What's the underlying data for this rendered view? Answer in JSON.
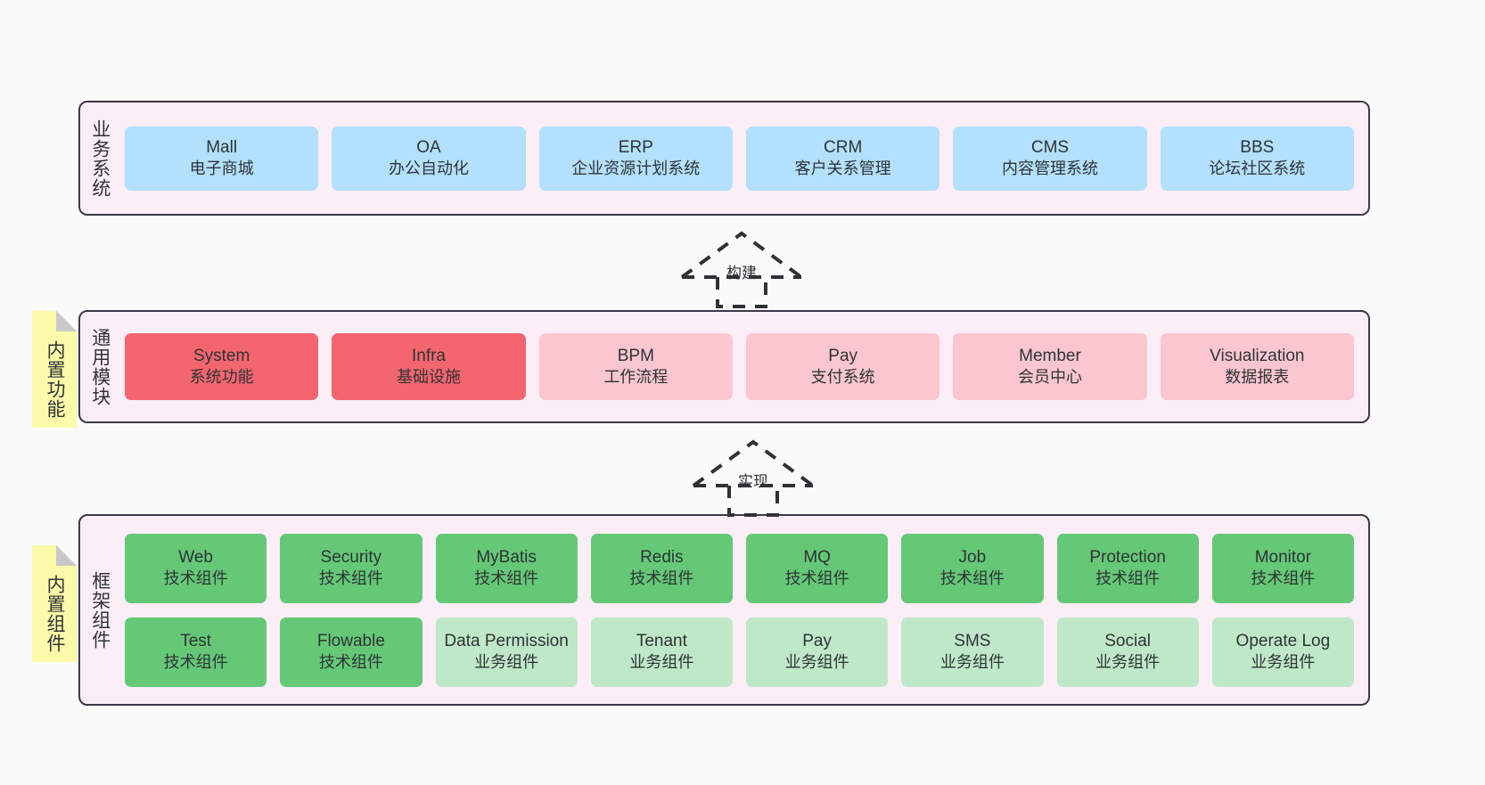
{
  "diagram": {
    "background_color": "#fafafa",
    "band_fill": "#fbeef7",
    "band_border": "#3d3846",
    "note_color": "#fcfaa8"
  },
  "notes": [
    {
      "name": "built-in-functions",
      "text": "内置功能"
    },
    {
      "name": "built-in-components",
      "text": "内置组件"
    }
  ],
  "connectors": [
    {
      "name": "build",
      "label": "构建",
      "style": "dashed-generalization"
    },
    {
      "name": "realize",
      "label": "实现",
      "style": "dashed-generalization"
    }
  ],
  "bands": {
    "business": {
      "title": "业务系统",
      "color": "#b3e0fc",
      "cards": [
        {
          "name": "Mall",
          "desc": "电子商城",
          "color": "#b3e0fc"
        },
        {
          "name": "OA",
          "desc": "办公自动化",
          "color": "#b3e0fc"
        },
        {
          "name": "ERP",
          "desc": "企业资源计划系统",
          "color": "#b3e0fc"
        },
        {
          "name": "CRM",
          "desc": "客户关系管理",
          "color": "#b3e0fc"
        },
        {
          "name": "CMS",
          "desc": "内容管理系统",
          "color": "#b3e0fc"
        },
        {
          "name": "BBS",
          "desc": "论坛社区系统",
          "color": "#b3e0fc"
        }
      ]
    },
    "modules": {
      "title": "通用模块",
      "cards": [
        {
          "name": "System",
          "desc": "系统功能",
          "color": "#f4666e"
        },
        {
          "name": "Infra",
          "desc": "基础设施",
          "color": "#f4666e"
        },
        {
          "name": "BPM",
          "desc": "工作流程",
          "color": "#fbc6cf"
        },
        {
          "name": "Pay",
          "desc": "支付系统",
          "color": "#fbc6cf"
        },
        {
          "name": "Member",
          "desc": "会员中心",
          "color": "#fbc6cf"
        },
        {
          "name": "Visualization",
          "desc": "数据报表",
          "color": "#fbc6cf"
        }
      ]
    },
    "framework": {
      "title": "框架组件",
      "row1": [
        {
          "name": "Web",
          "desc": "技术组件",
          "color": "#64c877"
        },
        {
          "name": "Security",
          "desc": "技术组件",
          "color": "#64c877"
        },
        {
          "name": "MyBatis",
          "desc": "技术组件",
          "color": "#64c877"
        },
        {
          "name": "Redis",
          "desc": "技术组件",
          "color": "#64c877"
        },
        {
          "name": "MQ",
          "desc": "技术组件",
          "color": "#64c877"
        },
        {
          "name": "Job",
          "desc": "技术组件",
          "color": "#64c877"
        },
        {
          "name": "Protection",
          "desc": "技术组件",
          "color": "#64c877"
        },
        {
          "name": "Monitor",
          "desc": "技术组件",
          "color": "#64c877"
        }
      ],
      "row2": [
        {
          "name": "Test",
          "desc": "技术组件",
          "color": "#64c877"
        },
        {
          "name": "Flowable",
          "desc": "技术组件",
          "color": "#64c877"
        },
        {
          "name": "Data Permission",
          "desc": "业务组件",
          "color": "#bfe8c8"
        },
        {
          "name": "Tenant",
          "desc": "业务组件",
          "color": "#bfe8c8"
        },
        {
          "name": "Pay",
          "desc": "业务组件",
          "color": "#bfe8c8"
        },
        {
          "name": "SMS",
          "desc": "业务组件",
          "color": "#bfe8c8"
        },
        {
          "name": "Social",
          "desc": "业务组件",
          "color": "#bfe8c8"
        },
        {
          "name": "Operate Log",
          "desc": "业务组件",
          "color": "#bfe8c8"
        }
      ]
    }
  }
}
